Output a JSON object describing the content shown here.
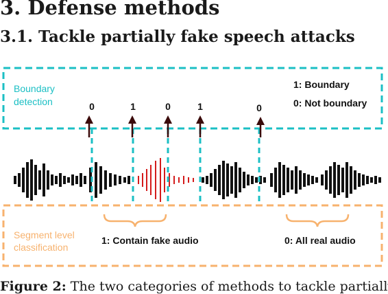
{
  "section": {
    "heading": "3.  Defense methods",
    "subheading": "3.1.  Tackle partially fake speech attacks"
  },
  "figure": {
    "boundary_box_label_line1": "Boundary",
    "boundary_box_label_line2": "detection",
    "legend_boundary": "1: Boundary",
    "legend_not_boundary": "0: Not boundary",
    "boundary_markers": [
      "0",
      "1",
      "0",
      "1",
      "0"
    ],
    "segment_box_label_line1": "Segment level",
    "segment_box_label_line2": "classification",
    "segment_fake_label": "1: Contain fake audio",
    "segment_real_label": "0: All real audio",
    "colors": {
      "boundary": "#1bbfc4",
      "segment": "#f7b26e",
      "arrow": "#3a0a0a",
      "waveform_real": "#111111",
      "waveform_fake": "#d41b1b"
    }
  },
  "caption": {
    "label": "Figure 2:",
    "text": " The two categories of methods to tackle partially"
  }
}
